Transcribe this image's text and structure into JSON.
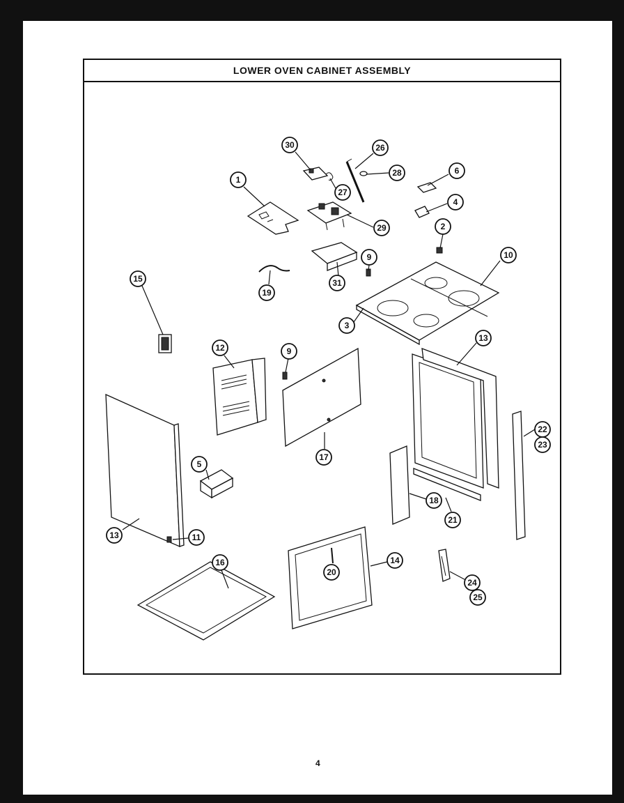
{
  "header": {
    "title": "LOWER OVEN CABINET ASSEMBLY"
  },
  "footer": {
    "page_number": "4"
  },
  "callouts": [
    {
      "id": "c30",
      "label": "30"
    },
    {
      "id": "c26",
      "label": "26"
    },
    {
      "id": "c28",
      "label": "28"
    },
    {
      "id": "c6",
      "label": "6"
    },
    {
      "id": "c1",
      "label": "1"
    },
    {
      "id": "c27",
      "label": "27"
    },
    {
      "id": "c4",
      "label": "4"
    },
    {
      "id": "c29",
      "label": "29"
    },
    {
      "id": "c2",
      "label": "2"
    },
    {
      "id": "c9a",
      "label": "9"
    },
    {
      "id": "c10",
      "label": "10"
    },
    {
      "id": "c15",
      "label": "15"
    },
    {
      "id": "c31",
      "label": "31"
    },
    {
      "id": "c19",
      "label": "19"
    },
    {
      "id": "c3",
      "label": "3"
    },
    {
      "id": "c13a",
      "label": "13"
    },
    {
      "id": "c12",
      "label": "12"
    },
    {
      "id": "c9b",
      "label": "9"
    },
    {
      "id": "c22",
      "label": "22"
    },
    {
      "id": "c23",
      "label": "23"
    },
    {
      "id": "c5",
      "label": "5"
    },
    {
      "id": "c17",
      "label": "17"
    },
    {
      "id": "c18",
      "label": "18"
    },
    {
      "id": "c21",
      "label": "21"
    },
    {
      "id": "c13b",
      "label": "13"
    },
    {
      "id": "c11",
      "label": "11"
    },
    {
      "id": "c14",
      "label": "14"
    },
    {
      "id": "c16",
      "label": "16"
    },
    {
      "id": "c20",
      "label": "20"
    },
    {
      "id": "c24",
      "label": "24"
    },
    {
      "id": "c25",
      "label": "25"
    }
  ]
}
